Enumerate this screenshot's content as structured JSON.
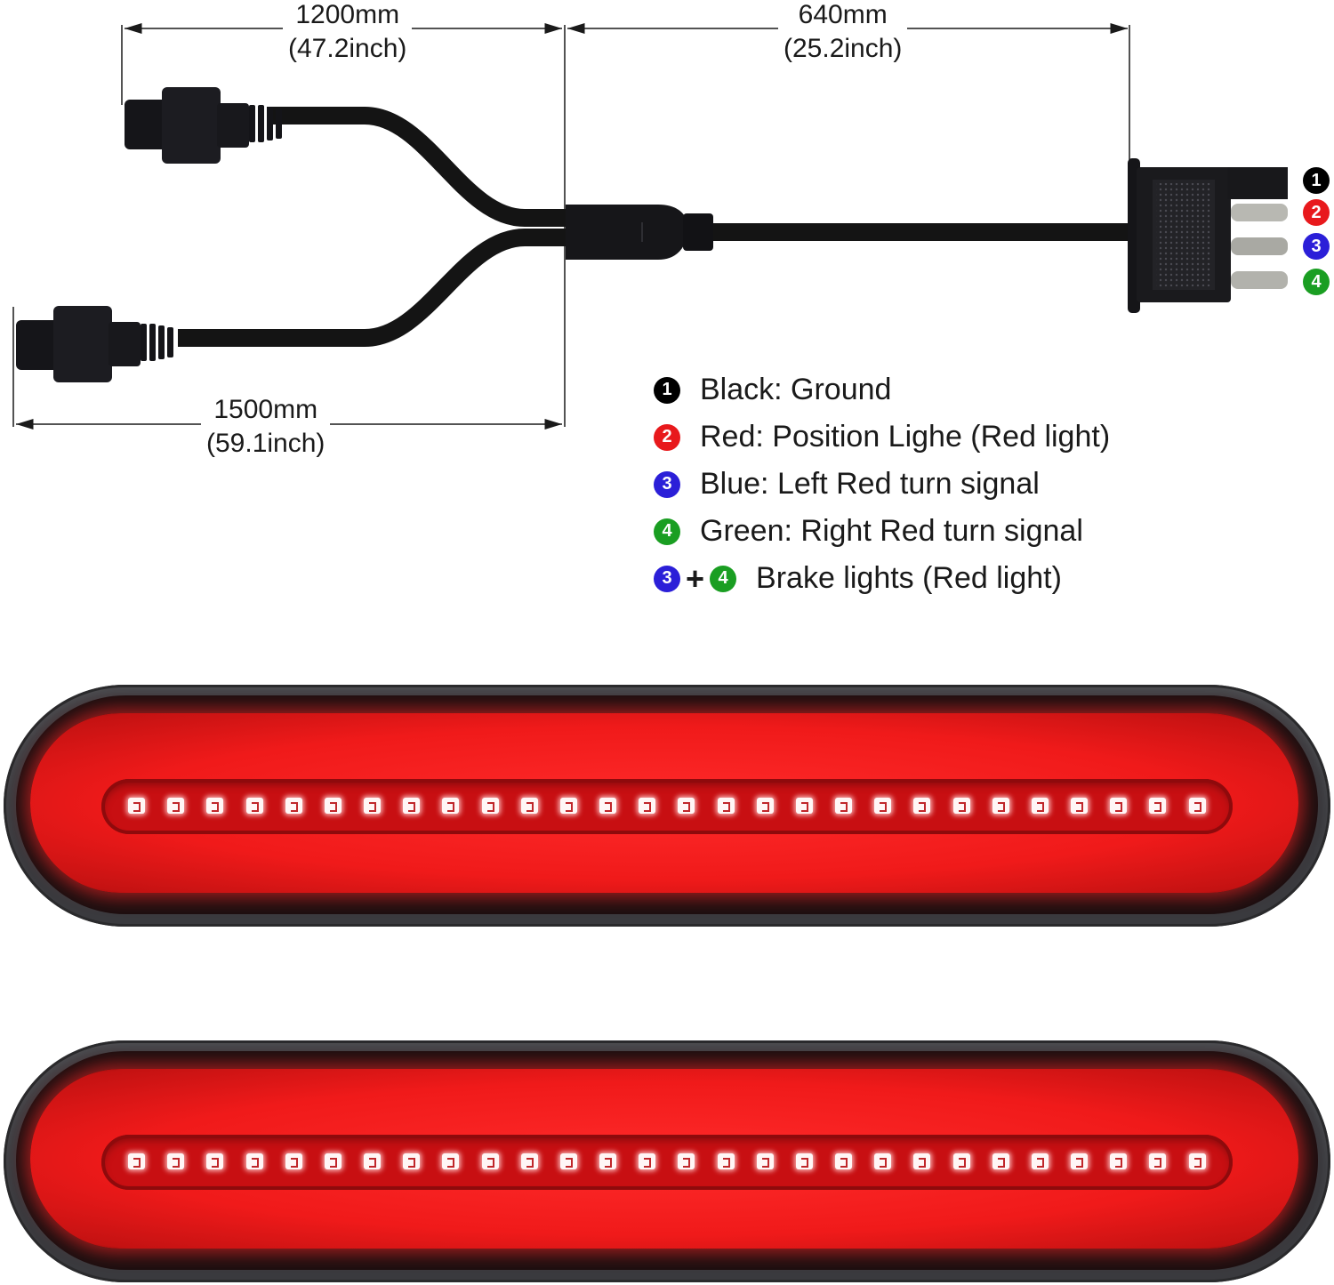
{
  "dimensions": {
    "branch_upper": {
      "mm": "1200mm",
      "inch": "(47.2inch)"
    },
    "trunk": {
      "mm": "640mm",
      "inch": "(25.2inch)"
    },
    "branch_lower": {
      "mm": "1500mm",
      "inch": "(59.1inch)"
    }
  },
  "connector_pins": [
    {
      "number": "1",
      "color": "#000000"
    },
    {
      "number": "2",
      "color": "#e8191c"
    },
    {
      "number": "3",
      "color": "#2b1fd8"
    },
    {
      "number": "4",
      "color": "#1a9e22"
    }
  ],
  "legend": {
    "items": [
      {
        "badges": [
          "1"
        ],
        "badge_colors": [
          "#000000"
        ],
        "text": "Black: Ground"
      },
      {
        "badges": [
          "2"
        ],
        "badge_colors": [
          "#e8191c"
        ],
        "text": "Red: Position Lighe (Red light)"
      },
      {
        "badges": [
          "3"
        ],
        "badge_colors": [
          "#2b1fd8"
        ],
        "text": "Blue: Left Red turn signal"
      },
      {
        "badges": [
          "4"
        ],
        "badge_colors": [
          "#1a9e22"
        ],
        "text": "Green: Right Red turn signal"
      },
      {
        "badges": [
          "3",
          "4"
        ],
        "badge_colors": [
          "#2b1fd8",
          "#1a9e22"
        ],
        "joiner": "+",
        "text": "Brake lights (Red light)"
      }
    ]
  },
  "light_bars": [
    {
      "label": "light-bar-1",
      "led_count": 28,
      "glow_color": "#ff2a2a"
    },
    {
      "label": "light-bar-2",
      "led_count": 28,
      "glow_color": "#ff2a2a"
    }
  ]
}
